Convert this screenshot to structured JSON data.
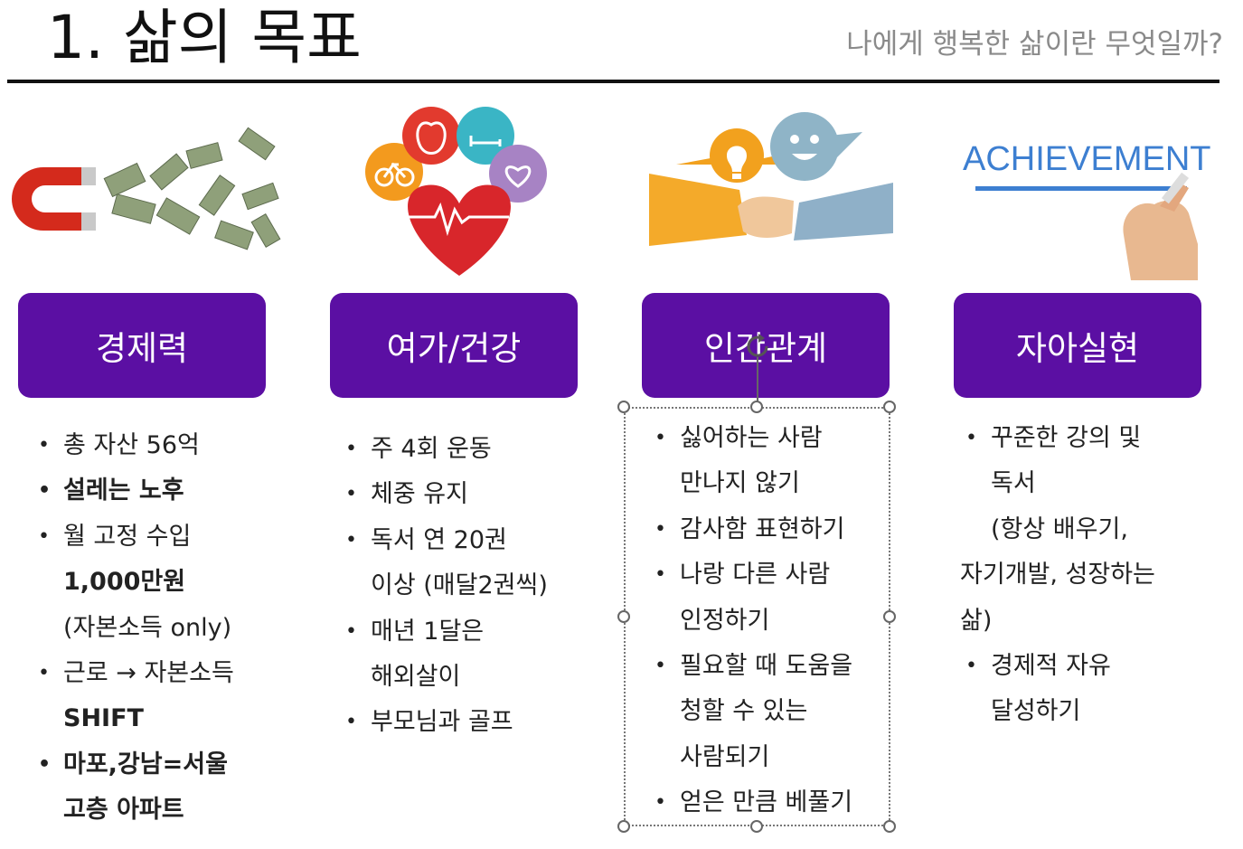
{
  "header": {
    "title": "1. 삶의 목표",
    "subtitle": "나에게 행복한 삶이란 무엇일까?"
  },
  "images": {
    "achievement_text": "ACHIEVEMENT",
    "achievement_color": "#3d7fd1"
  },
  "categories": [
    {
      "label": "경제력"
    },
    {
      "label": "여가/건강"
    },
    {
      "label": "인간관계"
    },
    {
      "label": "자아실현"
    }
  ],
  "colors": {
    "category_bg": "#5b0fa3",
    "category_text": "#ffffff"
  },
  "columns": [
    {
      "items": [
        {
          "lines": [
            "총 자산 56억"
          ]
        },
        {
          "lines": [
            "설레는 노후"
          ]
        },
        {
          "lines": [
            "월 고정 수입",
            "1,000만원",
            "(자본소득 only)"
          ]
        },
        {
          "lines": [
            "근로 → 자본소득",
            "SHIFT"
          ]
        },
        {
          "lines": [
            "마포,강남=서울",
            "고층 아파트"
          ]
        }
      ]
    },
    {
      "items": [
        {
          "lines": [
            "주 4회 운동"
          ]
        },
        {
          "lines": [
            "체중 유지"
          ]
        },
        {
          "lines": [
            "독서 연 20권",
            "이상 (매달2권씩)"
          ]
        },
        {
          "lines": [
            "매년 1달은",
            "해외살이"
          ]
        },
        {
          "lines": [
            "부모님과 골프"
          ]
        }
      ]
    },
    {
      "items": [
        {
          "lines": [
            "싫어하는 사람",
            "만나지 않기"
          ]
        },
        {
          "lines": [
            "감사함 표현하기"
          ]
        },
        {
          "lines": [
            "나랑 다른 사람",
            "인정하기"
          ]
        },
        {
          "lines": [
            "필요할 때 도움을",
            "청할 수 있는",
            "사람되기"
          ]
        },
        {
          "lines": [
            "얻은 만큼 베풀기"
          ]
        }
      ]
    },
    {
      "items": [
        {
          "lines": [
            "꾸준한 강의 및",
            "독서",
            "(항상 배우기,",
            "자기개발, 성장하는",
            "삶)"
          ]
        },
        {
          "lines": [
            "경제적 자유",
            "달성하기"
          ]
        }
      ]
    }
  ]
}
